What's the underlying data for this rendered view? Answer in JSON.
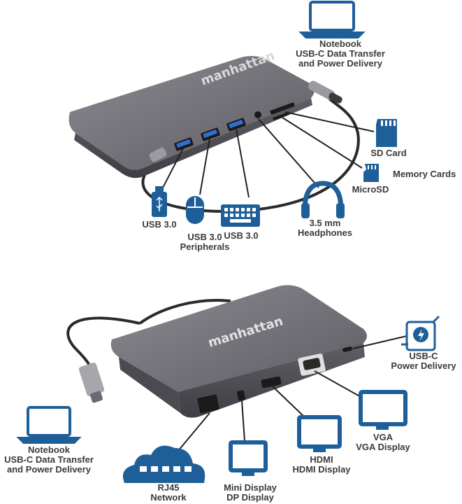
{
  "brand": "manhattan",
  "colors": {
    "icon_blue": "#1f5f99",
    "device_gray": "#6e6e73",
    "cable": "#2a2a2a",
    "text": "#3a3a3a"
  },
  "top": {
    "notebook": {
      "line1": "Notebook",
      "line2": "USB-C Data Transfer",
      "line3": "and Power Delivery"
    },
    "sd_card": "SD Card",
    "memory_cards": "Memory Cards",
    "microsd": "MicroSD",
    "headphones": {
      "line1": "3.5 mm",
      "line2": "Headphones"
    },
    "usb_flash": "USB 3.0",
    "usb_mouse": {
      "line1": "USB 3.0",
      "line2": "Peripherals"
    },
    "usb_keyboard": "USB 3.0"
  },
  "bottom": {
    "usbc_pd": {
      "line1": "USB-C",
      "line2": "Power Delivery"
    },
    "vga": {
      "line1": "VGA",
      "line2": "VGA Display"
    },
    "hdmi": {
      "line1": "HDMI",
      "line2": "HDMI Display"
    },
    "minidp": {
      "line1": "Mini Display",
      "line2": "DP Display"
    },
    "rj45": {
      "line1": "RJ45",
      "line2": "Network"
    },
    "notebook": {
      "line1": "Notebook",
      "line2": "USB-C Data Transfer",
      "line3": "and Power Delivery"
    }
  },
  "icons": [
    "laptop-icon",
    "sd-card-icon",
    "microsd-icon",
    "headphones-icon",
    "usb-flash-icon",
    "mouse-icon",
    "keyboard-icon",
    "power-plug-icon",
    "vga-monitor-icon",
    "hdmi-monitor-icon",
    "dp-monitor-icon",
    "cloud-network-icon"
  ]
}
